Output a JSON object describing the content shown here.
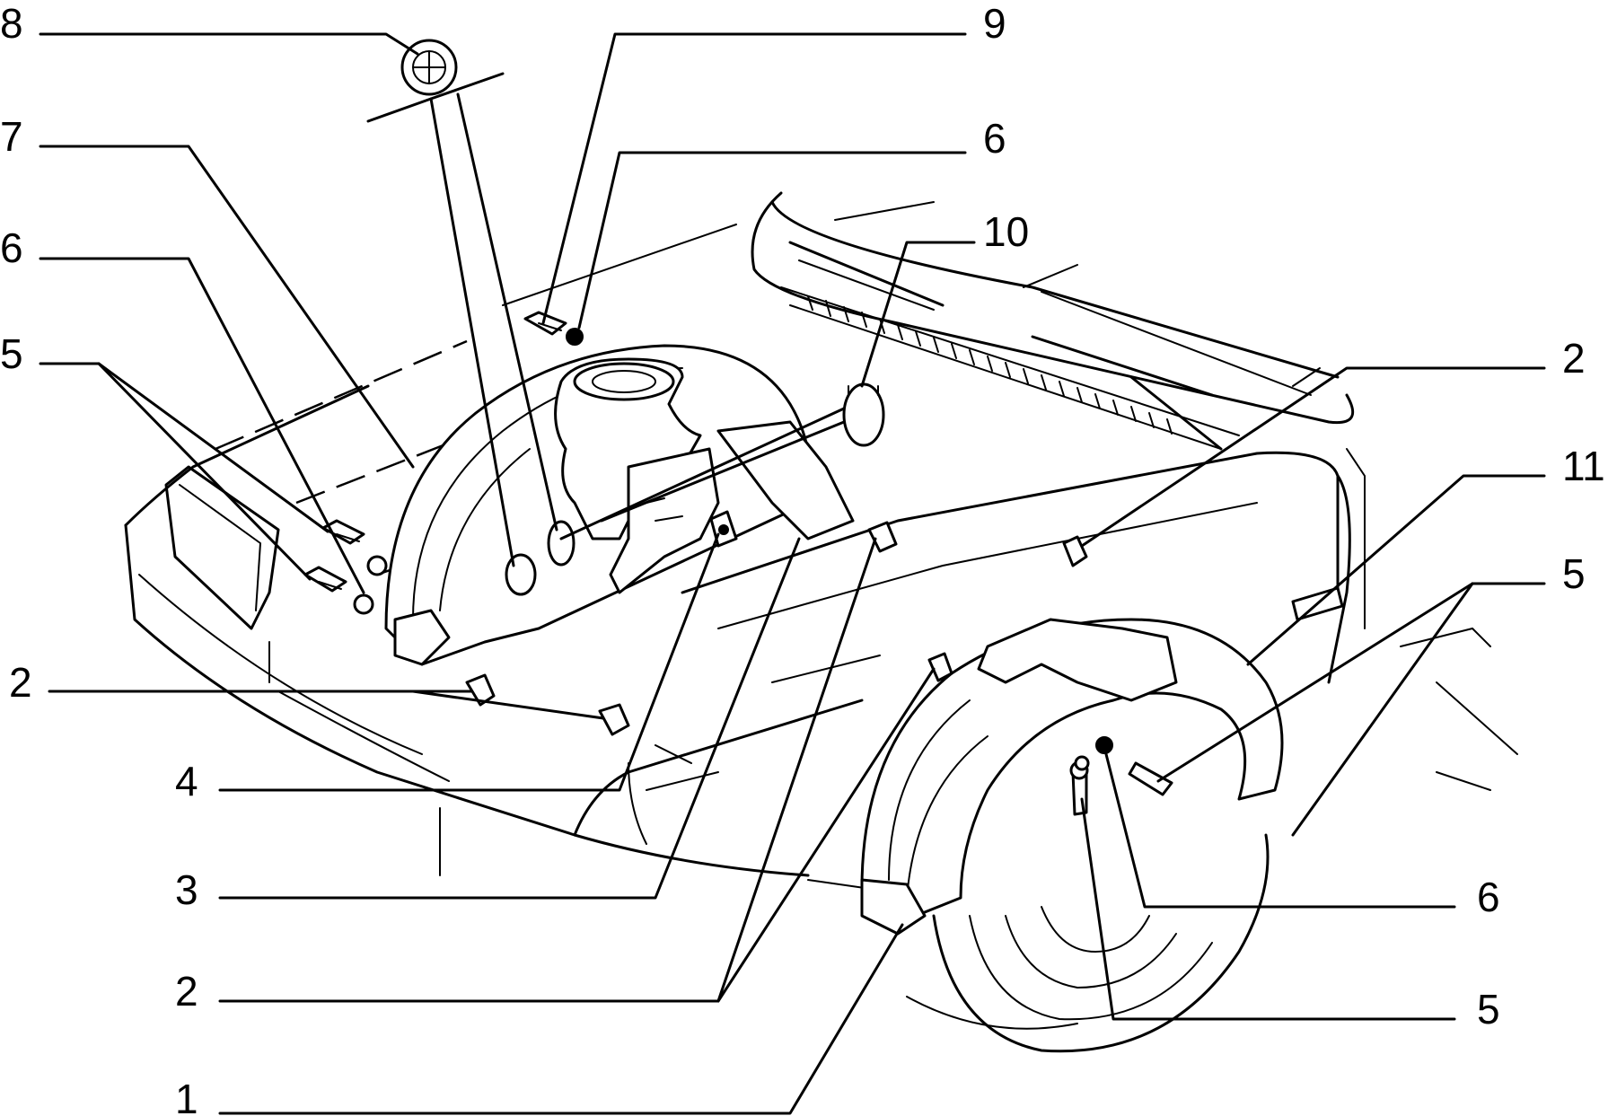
{
  "callouts": [
    {
      "id": "c8",
      "text": "8"
    },
    {
      "id": "c9",
      "text": "9"
    },
    {
      "id": "c7",
      "text": "7"
    },
    {
      "id": "c6a",
      "text": "6"
    },
    {
      "id": "c6b",
      "text": "6"
    },
    {
      "id": "c10",
      "text": "10"
    },
    {
      "id": "c5a",
      "text": "5"
    },
    {
      "id": "c2a",
      "text": "2"
    },
    {
      "id": "c11",
      "text": "11"
    },
    {
      "id": "c5b",
      "text": "5"
    },
    {
      "id": "c2b",
      "text": "2"
    },
    {
      "id": "c4",
      "text": "4"
    },
    {
      "id": "c3",
      "text": "3"
    },
    {
      "id": "c6c",
      "text": "6"
    },
    {
      "id": "c2c",
      "text": "2"
    },
    {
      "id": "c5c",
      "text": "5"
    },
    {
      "id": "c1",
      "text": "1"
    }
  ]
}
